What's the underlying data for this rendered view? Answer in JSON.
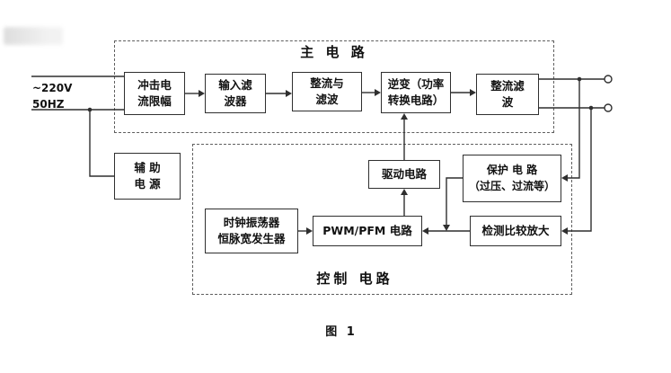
{
  "colors": {
    "background": "#ffffff",
    "line": "#2f2f2f",
    "text": "#111111",
    "dashed": "#5f5f5f"
  },
  "figure": {
    "caption": "图 1"
  },
  "ac_input": {
    "label": "~220V\n50HZ"
  },
  "sections": {
    "main_circuit": {
      "label": "主 电 路"
    },
    "control_circuit": {
      "label": "控制 电路"
    }
  },
  "blocks": {
    "inrush_limiter": {
      "label": "冲击电\n流限幅"
    },
    "input_filter": {
      "label": "输入滤\n波器"
    },
    "rectify_filter": {
      "label": "整流与\n滤波"
    },
    "inverter": {
      "label": "逆变（功率\n转换电路）"
    },
    "output_rectify_filter": {
      "label": "整流滤\n波"
    },
    "aux_power": {
      "label": "辅 助\n电 源"
    },
    "drive_circuit": {
      "label": "驱动电路"
    },
    "protection": {
      "label": "保护 电 路\n（过压、过流等）"
    },
    "clock_osc": {
      "label": "时钟振荡器\n恒脉宽发生器"
    },
    "pwm_pfm": {
      "label": "PWM/PFM 电路"
    },
    "detect_compare": {
      "label": "检测比较放大"
    }
  }
}
